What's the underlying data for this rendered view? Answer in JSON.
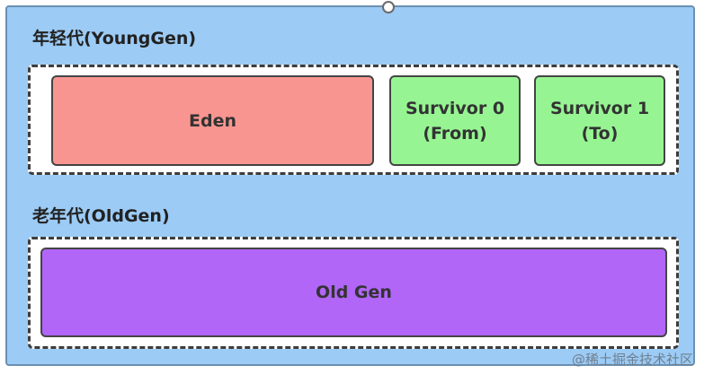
{
  "young": {
    "label": "年轻代(YoungGen)",
    "eden": "Eden",
    "survivor0": {
      "line1": "Survivor 0",
      "line2": "(From)"
    },
    "survivor1": {
      "line1": "Survivor 1",
      "line2": "(To)"
    }
  },
  "old": {
    "label": "老年代(OldGen)",
    "block": "Old Gen"
  },
  "watermark": "@稀土掘金技术社区",
  "colors": {
    "heap_bg": "#9ccbf5",
    "eden": "#f99590",
    "survivor": "#96f592",
    "old_gen": "#b166f8"
  }
}
